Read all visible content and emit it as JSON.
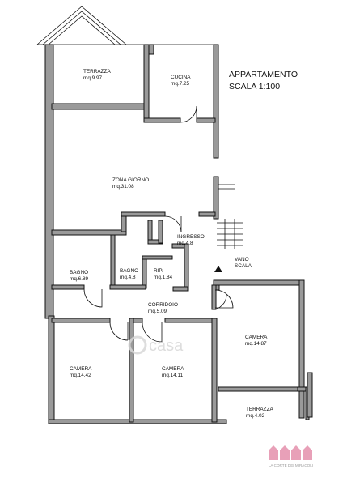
{
  "title": {
    "line1": "APPARTAMENTO",
    "line2": "SCALA 1:100"
  },
  "rooms": {
    "terrazza_top": {
      "name": "TERRAZZA",
      "area": "mq.9.97"
    },
    "cucina": {
      "name": "CUCINA",
      "area": "mq.7.25"
    },
    "zona_giorno": {
      "name": "ZONA GIORNO",
      "area": "mq.31.08"
    },
    "ingresso": {
      "name": "INGRESSO",
      "area": "mq.4.8"
    },
    "bagno_large": {
      "name": "BAGNO",
      "area": "mq.6.89"
    },
    "bagno_small": {
      "name": "BAGNO",
      "area": "mq.4.8"
    },
    "ripostiglio": {
      "name": "RIP.",
      "area": "mq.1.84"
    },
    "corridoio": {
      "name": "CORRIDOIO",
      "area": "mq.5.09"
    },
    "camera_left": {
      "name": "CAMERA",
      "area": "mq.14.42"
    },
    "camera_mid": {
      "name": "CAMERA",
      "area": "mq.14.11"
    },
    "camera_right": {
      "name": "CAMERA",
      "area": "mq.14.87"
    },
    "terrazza_bottom": {
      "name": "TERRAZZA",
      "area": "mq.4.02"
    }
  },
  "vano_scala": {
    "line1": "VANO",
    "line2": "SCALA"
  },
  "watermark": "casa",
  "logo": {
    "text": "LA CORTE DEI MIRACOLI",
    "color": "#e8a0b8"
  }
}
